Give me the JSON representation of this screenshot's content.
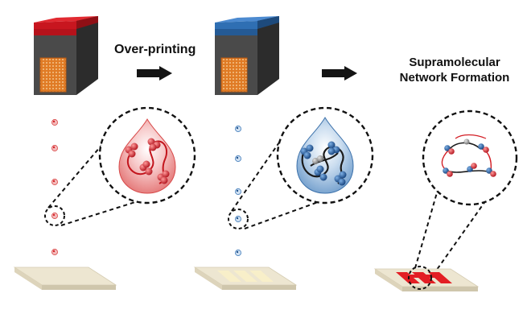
{
  "labels": {
    "step1": "Over-printing",
    "step2_line1": "Supramolecular",
    "step2_line2": "Network Formation"
  },
  "colors": {
    "cartridge_red": "#d31f26",
    "cartridge_blue": "#2f6fb3",
    "cartridge_body": "#4a4a4a",
    "chip_orange": "#e07b25",
    "substrate": "#ece6d2",
    "substrate_side": "#cfc6ac",
    "pattern_light": "#f6ecc6",
    "pattern_red": "#e31e24"
  },
  "icons": [
    "ink-cartridge-icon",
    "arrow-right-icon",
    "droplet-icon",
    "polymer-network-icon",
    "substrate-icon"
  ]
}
